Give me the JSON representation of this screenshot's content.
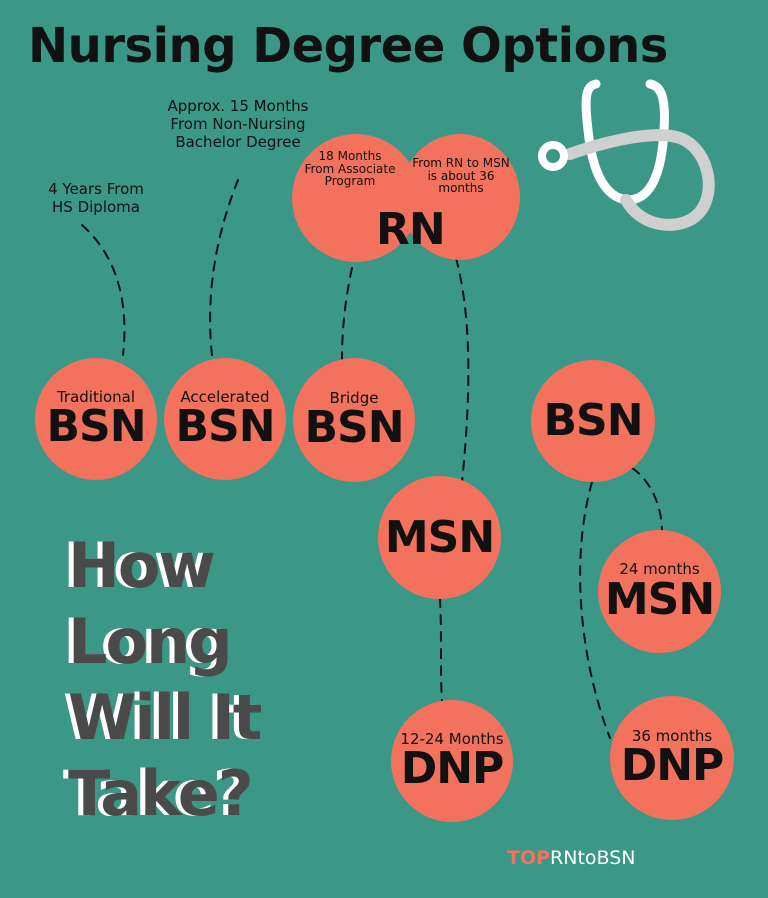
{
  "title": "Nursing Degree Options",
  "annotations": {
    "traditional": "4 Years From HS Diploma",
    "accelerated": "Approx. 15 Months From Non-Nursing Bachelor Degree"
  },
  "rn": {
    "left_label": "18 Months From Associate Program",
    "right_label": "From RN to MSN is about 36 months",
    "name": "RN"
  },
  "nodes": {
    "traditional": {
      "sub": "Traditional",
      "name": "BSN"
    },
    "accelerated": {
      "sub": "Accelerated",
      "name": "BSN"
    },
    "bridge": {
      "sub": "Bridge",
      "name": "BSN"
    },
    "bsn": {
      "name": "BSN"
    },
    "msn_mid": {
      "name": "MSN"
    },
    "dnp_mid": {
      "sub": "12-24 Months",
      "name": "DNP"
    },
    "msn_right": {
      "sub": "24 months",
      "name": "MSN"
    },
    "dnp_right": {
      "sub": "36 months",
      "name": "DNP"
    }
  },
  "question": [
    "How",
    "Long",
    "Will It",
    "Take?"
  ],
  "logo": {
    "top": "TOP",
    "rest": "RNtoBSN"
  },
  "colors": {
    "background": "#3b9786",
    "circle": "#f2725e",
    "text": "#111111"
  },
  "icons": {
    "stethoscope": "stethoscope-icon"
  }
}
